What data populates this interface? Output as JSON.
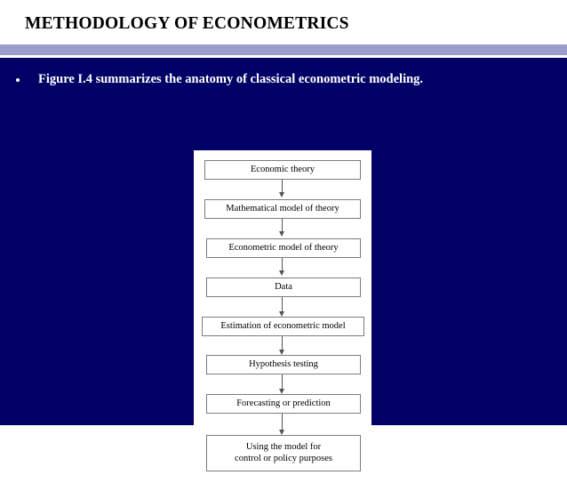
{
  "slide": {
    "title": "METHODOLOGY OF ECONOMETRICS",
    "colors": {
      "title_text": "#000000",
      "title_background": "#ffffff",
      "divider_band": "#9a9ccc",
      "body_background": "#000066",
      "body_text": "#ffffff",
      "figure_panel": "#ffffff",
      "node_border": "#7c7c7c",
      "arrow": "#555555"
    }
  },
  "body": {
    "bullets": [
      {
        "marker": "bullet-dot",
        "text": "Figure I.4 summarizes the anatomy of classical econometric modeling."
      }
    ]
  },
  "figure": {
    "nodes": [
      {
        "id": "economic-theory",
        "label": "Economic theory"
      },
      {
        "id": "mathematical-model",
        "label": "Mathematical model of theory"
      },
      {
        "id": "econometric-model",
        "label": "Econometric model of theory"
      },
      {
        "id": "data",
        "label": "Data"
      },
      {
        "id": "estimation",
        "label": "Estimation of econometric model"
      },
      {
        "id": "hypothesis-testing",
        "label": "Hypothesis testing"
      },
      {
        "id": "forecasting",
        "label": "Forecasting or prediction"
      },
      {
        "id": "using-the-model",
        "line1": "Using the model for",
        "line2": "control or policy purposes"
      }
    ]
  }
}
